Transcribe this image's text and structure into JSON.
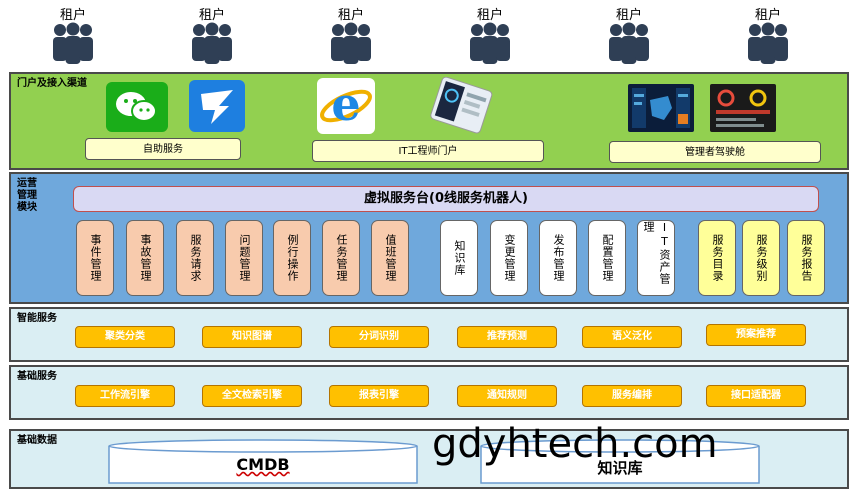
{
  "tenants": [
    "租户",
    "租户",
    "租户",
    "租户",
    "租户",
    "租户"
  ],
  "portal": {
    "title": "门户及接入渠道",
    "labels": [
      "自助服务",
      "IT工程师门户",
      "管理者驾驶舱"
    ]
  },
  "ops": {
    "title": "运营\n管理\n模块",
    "virtual_desk": "虚拟服务台(0线服务机器人)",
    "salmon_cards": [
      "事件管理",
      "事故管理",
      "服务请求",
      "问题管理",
      "例行操作",
      "任务管理",
      "值班管理"
    ],
    "white_cards": [
      "知识库",
      "变更管理",
      "发布管理",
      "配置管理",
      "IT资产管理"
    ],
    "yellow_cards": [
      "服务目录",
      "服务级别",
      "服务报告"
    ]
  },
  "smart": {
    "title": "智能服务",
    "buttons": [
      "聚类分类",
      "知识图谱",
      "分词识别",
      "推荐预测",
      "语义泛化",
      "预案推荐"
    ]
  },
  "basic": {
    "title": "基础服务",
    "buttons": [
      "工作流引擎",
      "全文检索引擎",
      "报表引擎",
      "通知规则",
      "服务编排",
      "接口适配器"
    ]
  },
  "data": {
    "title": "基础数据",
    "stores": [
      "CMDB",
      "知识库"
    ]
  },
  "watermark": "gdyhtech.com",
  "colors": {
    "portal_bg": "#92d050",
    "ops_bg": "#6fa8dc",
    "service_bg": "#daeef3",
    "orange_button": "#ffc000",
    "salmon_card": "#f8cbad",
    "yellow_card": "#ffff99"
  }
}
